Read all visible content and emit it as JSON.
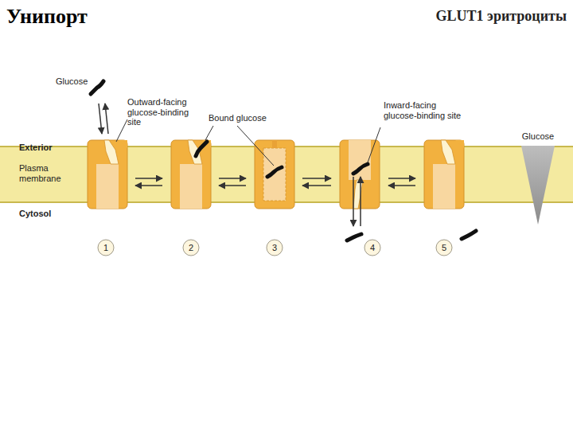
{
  "diagram": {
    "title": "Унипорт",
    "labels": [
      "GLUT1 эритроциты",
      "Glucose",
      "Outward-facing glucose-binding site",
      "Bound glucose",
      "Inward-facing glucose-binding site",
      "Glucose",
      "Exterior",
      "Plasma membrane",
      "Cytosol",
      "1",
      "2",
      "3",
      "4",
      "5"
    ]
  }
}
